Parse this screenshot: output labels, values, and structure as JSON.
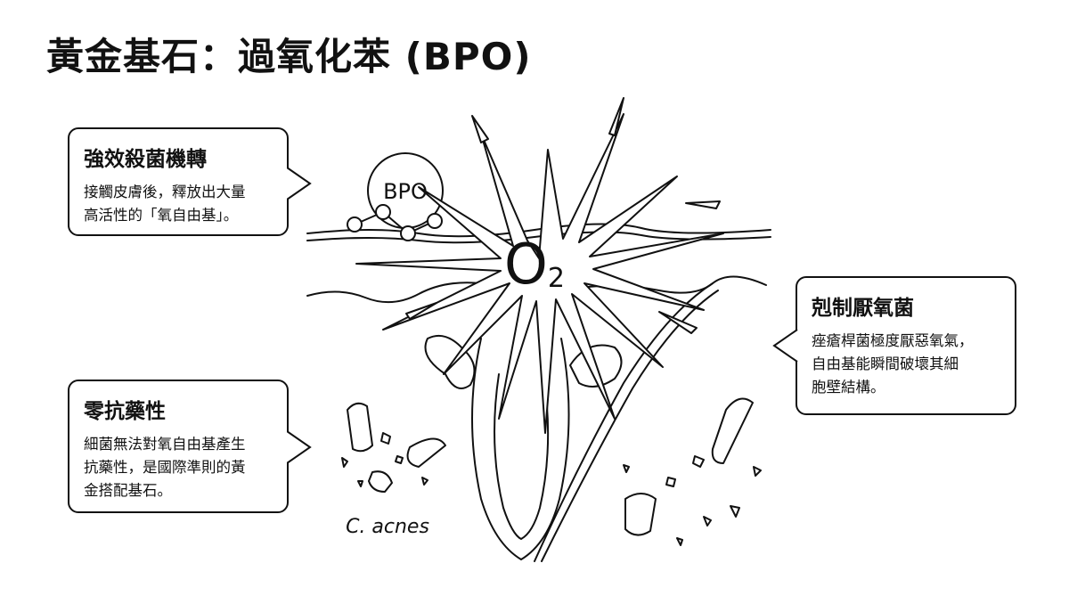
{
  "title": "黃金基石：過氧化苯 (BPO)",
  "molecule_label": "BPO",
  "oxygen_label": "O",
  "oxygen_subscript": "2",
  "bacteria_label": "C. acnes",
  "callouts": {
    "bactericidal": {
      "heading": "強效殺菌機轉",
      "lines": [
        "接觸皮膚後，釋放出大量",
        "高活性的「氧自由基」。"
      ]
    },
    "resistance": {
      "heading": "零抗藥性",
      "lines": [
        "細菌無法對氧自由基產生",
        "抗藥性，是國際準則的黃",
        "金搭配基石。"
      ]
    },
    "anaerobe": {
      "heading": "剋制厭氧菌",
      "lines": [
        "痤瘡桿菌極度厭惡氧氣，",
        "自由基能瞬間破壞其細",
        "胞壁結構。"
      ]
    }
  }
}
